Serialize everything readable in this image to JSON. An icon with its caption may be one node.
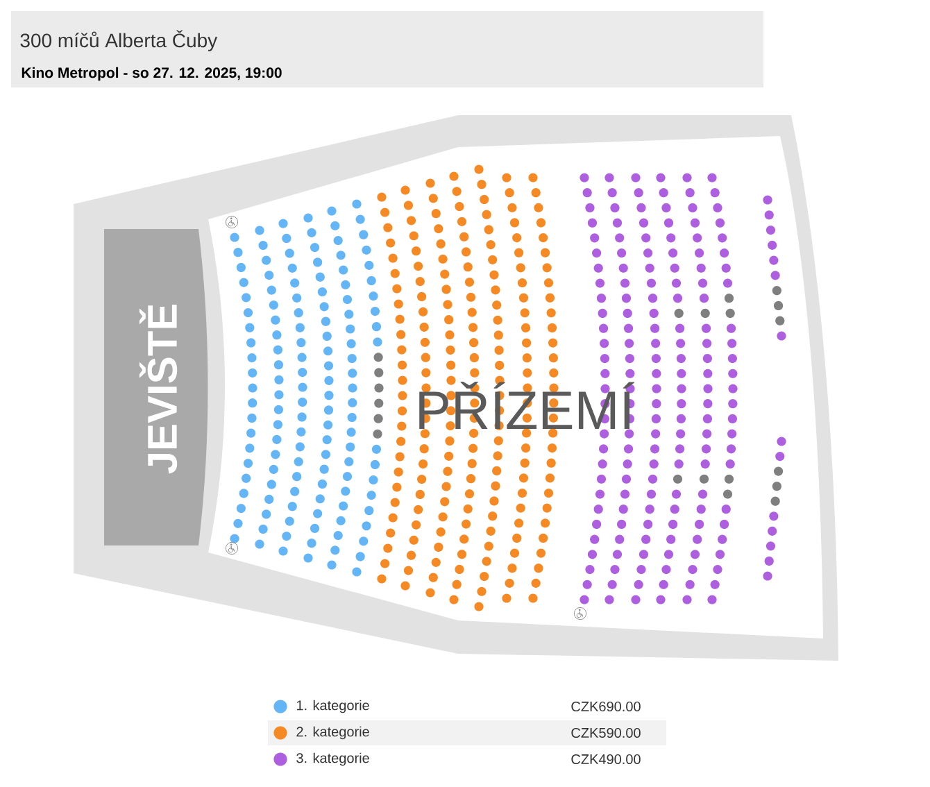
{
  "diagram": {
    "title": "300 míčů Alberta Čuby",
    "nodes": [
      {
        "text": [
          "JEVIŠTĚ"
        ]
      },
      {
        "text": [
          "PŘÍZEMÍ"
        ]
      }
    ],
    "labels": [
      "Kino Metropol - so 27. 12. 2025, 19:00",
      "CZK690.00",
      "CZK590.00",
      "CZK490.00"
    ],
    "legend": [
      {
        "text": "1. kategorie",
        "color": "#64b5f6"
      },
      {
        "text": "2. kategorie",
        "color": "#f58a25"
      },
      {
        "text": "3. kategorie",
        "color": "#ad5fe0"
      }
    ]
  }
}
